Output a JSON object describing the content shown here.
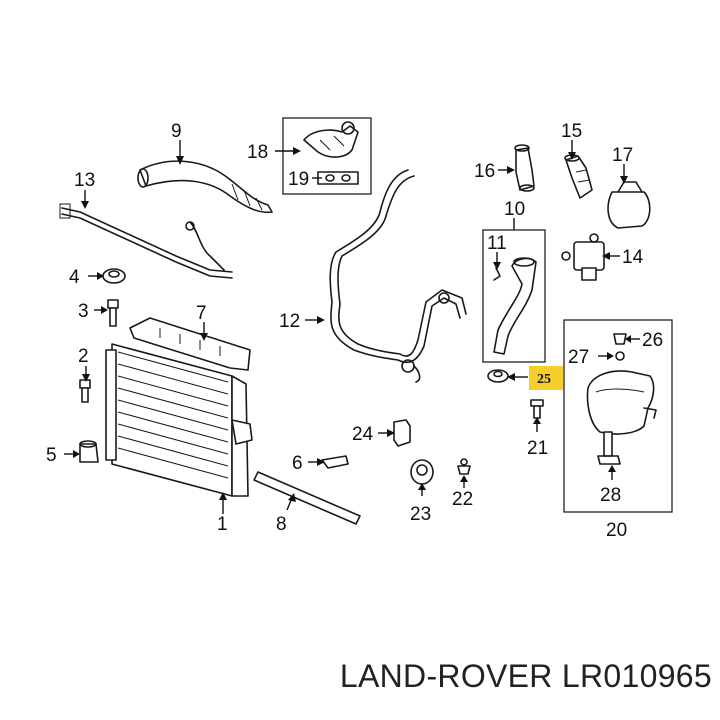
{
  "callouts": {
    "c1": "1",
    "c2": "2",
    "c3": "3",
    "c4": "4",
    "c5": "5",
    "c6": "6",
    "c7": "7",
    "c8": "8",
    "c9": "9",
    "c10": "10",
    "c11": "11",
    "c12": "12",
    "c13": "13",
    "c14": "14",
    "c15": "15",
    "c16": "16",
    "c17": "17",
    "c18": "18",
    "c19": "19",
    "c20": "20",
    "c21": "21",
    "c22": "22",
    "c23": "23",
    "c24": "24",
    "c26": "26",
    "c27": "27",
    "c28": "28"
  },
  "highlight": {
    "label": "25",
    "color": "#f7ce2e"
  },
  "footer": {
    "part_label": "LAND-ROVER LR010965"
  }
}
